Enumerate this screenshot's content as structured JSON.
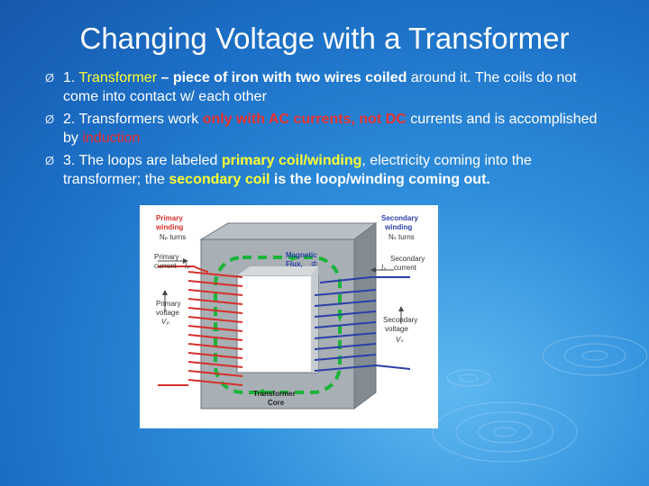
{
  "slide": {
    "title": "Changing Voltage with a Transformer"
  },
  "bullets": [
    {
      "arrow": "Ø",
      "s1": "1. ",
      "s2": "Transformer",
      "s3": " – piece of iron with two wires coiled",
      "s4": " around it. The coils do not come into contact w/ each other"
    },
    {
      "arrow": "Ø",
      "s1": "2. Transformers work ",
      "s2": "only with AC currents, not DC",
      "s3": " currents and is accomplished by ",
      "s4": "induction"
    },
    {
      "arrow": "Ø",
      "s1": "3. The loops are labeled ",
      "s2": "primary coil/winding",
      "s3": ", electricity coming into the transformer; the ",
      "s4": "secondary coil",
      "s5": " is the loop/winding coming out."
    }
  ],
  "diagram": {
    "primary_label_1": "Primary",
    "primary_label_2": "winding",
    "primary_turns": "Nₚ turns",
    "secondary_label_1": "Secondary",
    "secondary_label_2": "winding",
    "secondary_turns": "Nₛ turns",
    "primary_current_1": "Primary",
    "primary_current_2": "current",
    "primary_current_sym": "Iₚ",
    "primary_voltage_1": "Primary",
    "primary_voltage_2": "voltage",
    "primary_voltage_sym": "Vₚ",
    "flux_1": "Magnetic",
    "flux_2": "Flux,",
    "flux_sym": "Φ",
    "secondary_current_sym": "Iₛ",
    "secondary_current_1": "Secondary",
    "secondary_current_2": "current",
    "secondary_voltage_1": "Secondary",
    "secondary_voltage_2": "voltage",
    "secondary_voltage_sym": "Vₛ",
    "core_label_1": "Transformer",
    "core_label_2": "Core"
  }
}
